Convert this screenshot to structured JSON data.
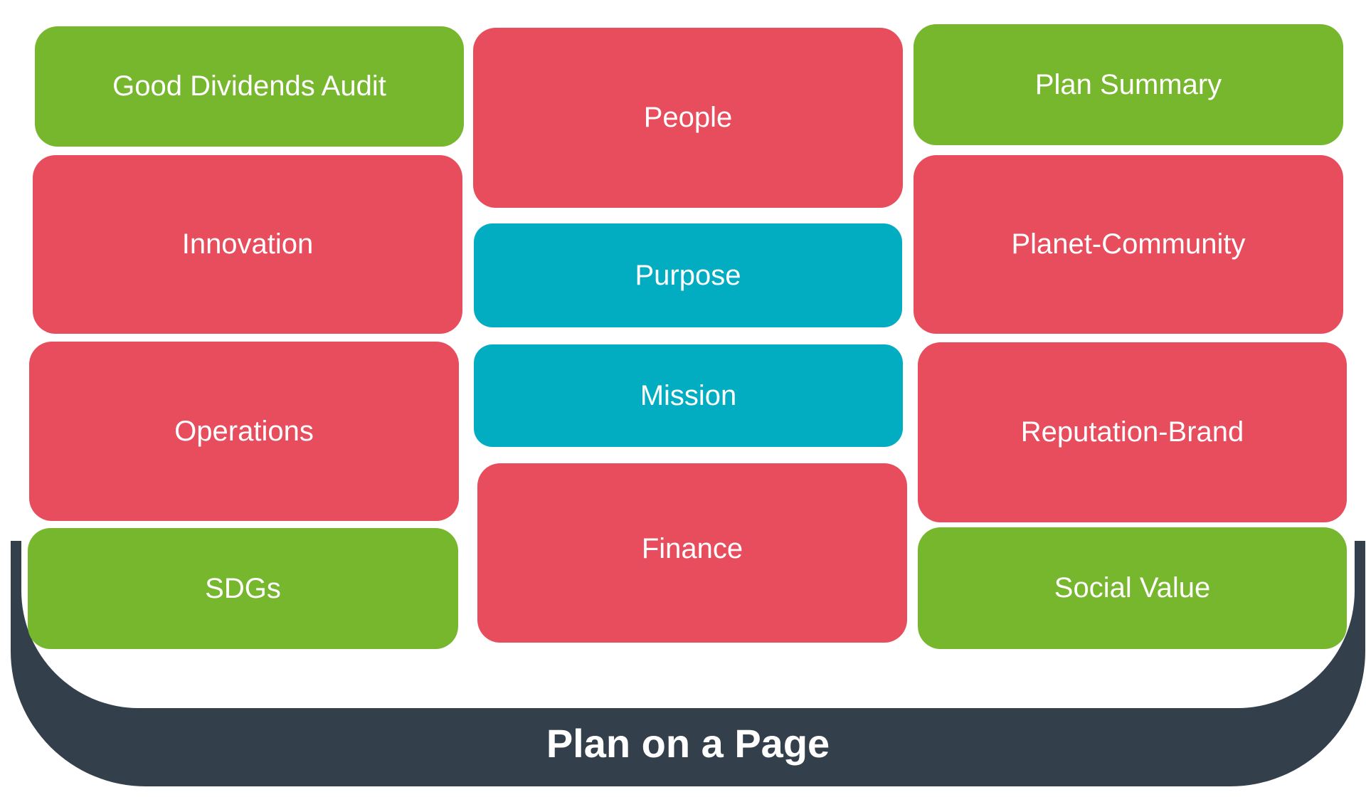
{
  "title": "Plan on a Page",
  "colors": {
    "green": "#76b72d",
    "red": "#e84d5e",
    "teal": "#03adc1",
    "base": "#333f4a"
  },
  "left_column": [
    "Good Dividends Audit",
    "Innovation",
    "Operations",
    "SDGs"
  ],
  "center_column": [
    "People",
    "Purpose",
    "Mission",
    "Finance"
  ],
  "right_column": [
    "Plan Summary",
    "Planet-Community",
    "Reputation-Brand",
    "Social Value"
  ]
}
